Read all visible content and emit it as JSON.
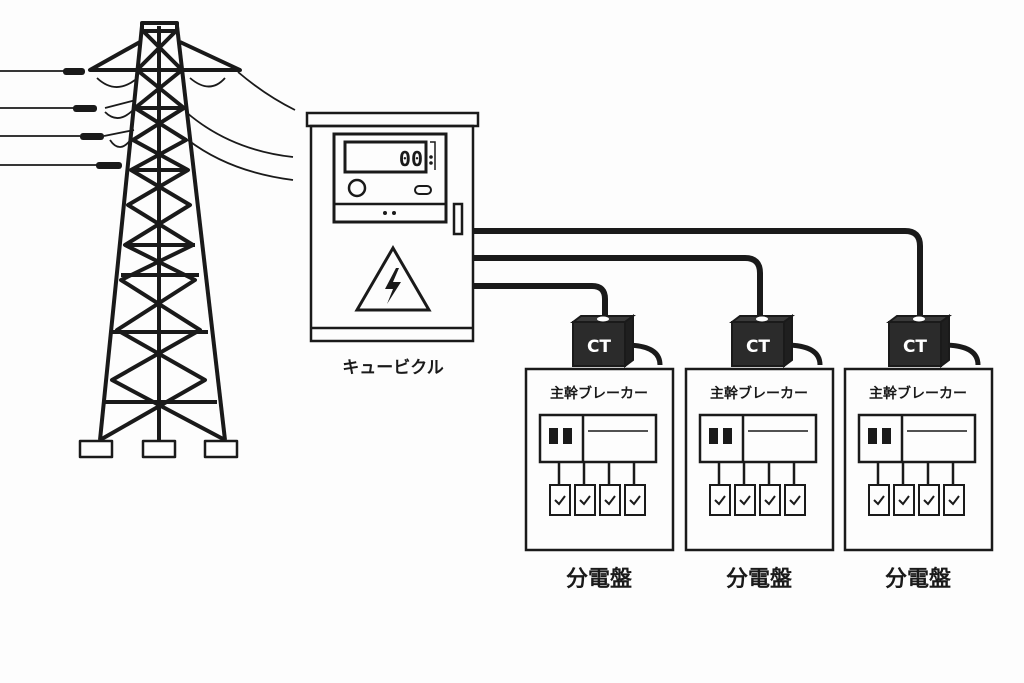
{
  "cubicle": {
    "label": "キュービクル",
    "meter_display": "00"
  },
  "ct_label": "CT",
  "panels": [
    {
      "breaker_label": "主幹ブレーカー",
      "label": "分電盤",
      "branch_count": 4
    },
    {
      "breaker_label": "主幹ブレーカー",
      "label": "分電盤",
      "branch_count": 4
    },
    {
      "breaker_label": "主幹ブレーカー",
      "label": "分電盤",
      "branch_count": 4
    }
  ],
  "colors": {
    "line": "#1a1a1a",
    "ct_fill": "#2b2b2b",
    "ct_text": "#ffffff",
    "bg": "#fdfdfd"
  }
}
